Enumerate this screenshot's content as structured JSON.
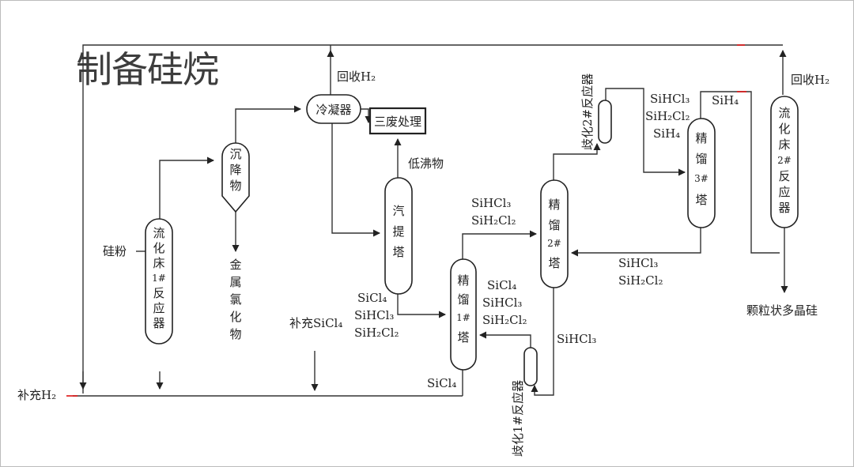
{
  "title": "制备硅烷",
  "units": {
    "condenser": "冷凝器",
    "waste": "三废处理",
    "settler": [
      "沉",
      "降",
      "物"
    ],
    "fbr1": [
      "流",
      "化",
      "床",
      "1#",
      "反",
      "应",
      "器"
    ],
    "stripper": [
      "汽",
      "提",
      "塔"
    ],
    "dist1": [
      "精",
      "馏",
      "1#",
      "塔"
    ],
    "dist2": [
      "精",
      "馏",
      "2#",
      "塔"
    ],
    "dist3": [
      "精",
      "馏",
      "3#",
      "塔"
    ],
    "fbr2": [
      "流",
      "化",
      "床",
      "2#",
      "反",
      "应",
      "器"
    ]
  },
  "labels": {
    "recycle_h2_1": "回收H₂",
    "recycle_h2_2": "回收H₂",
    "silicon_powder": "硅粉",
    "metal_chloride": [
      "金",
      "属",
      "氯",
      "化",
      "物"
    ],
    "low_boilers": "低沸物",
    "makeup_sicl4": "补充SiCl₄",
    "makeup_h2": "补充H₂",
    "stripper_out": [
      "SiCl₄",
      "SiHCl₃",
      "SiH₂Cl₂"
    ],
    "d1_in": [
      "SiCl₄",
      "SiHCl₃",
      "SiH₂Cl₂"
    ],
    "d1_bottom": "SiCl₄",
    "d2_top": [
      "SiHCl₃",
      "SiH₂Cl₂"
    ],
    "d2_bottom": "SiHCl₃",
    "r2_out": [
      "SiHCl₃",
      "SiH₂Cl₂",
      "SiH₄"
    ],
    "d3_bottom": [
      "SiHCl₃",
      "SiH₂Cl₂"
    ],
    "d3_top": "SiH₄",
    "product": "颗粒状多晶硅",
    "redist1": "歧化1#反应器",
    "redist2": "歧化2#反应器"
  }
}
